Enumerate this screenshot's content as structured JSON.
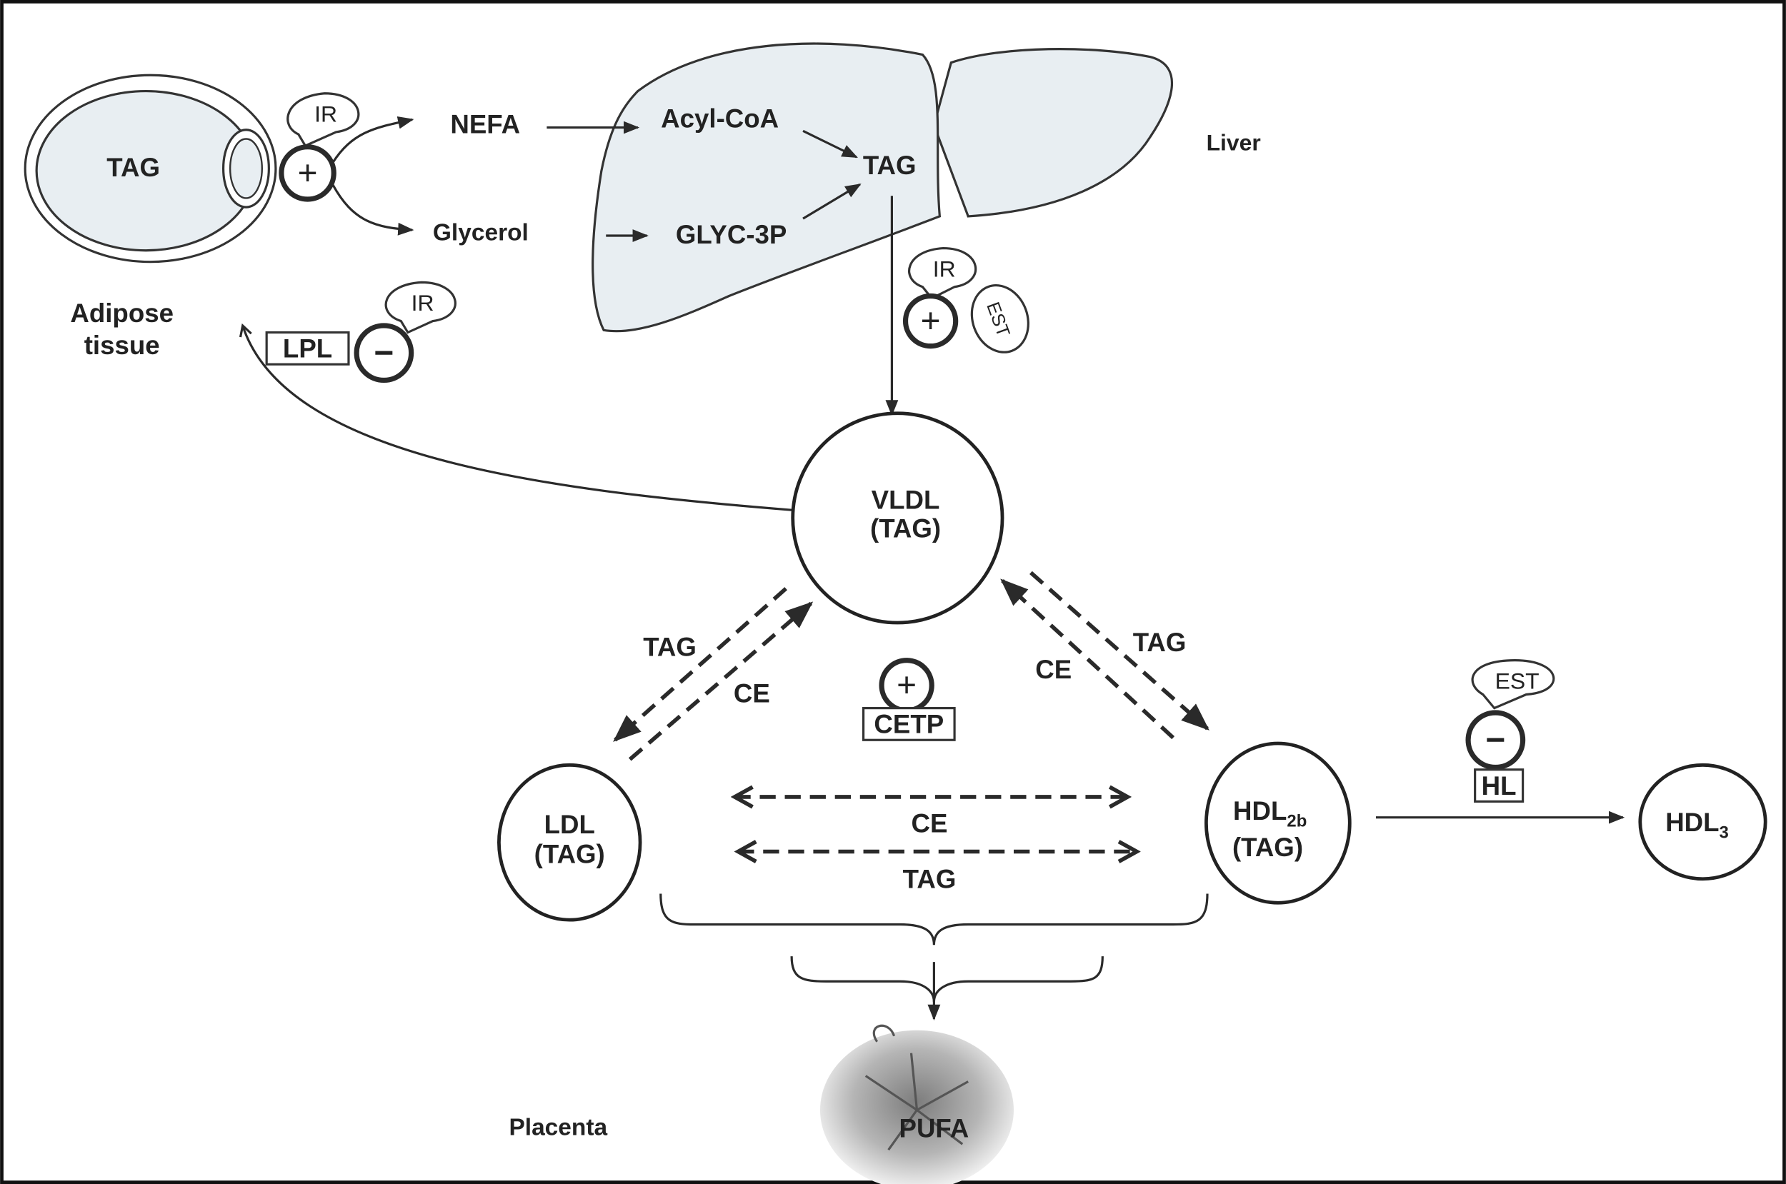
{
  "adipose": {
    "tag": "TAG",
    "label_line1": "Adipose",
    "label_line2": "tissue",
    "regulator": "IR",
    "effect": "+"
  },
  "products": {
    "nefa": "NEFA",
    "glycerol": "Glycerol"
  },
  "liver": {
    "label": "Liver",
    "acyl_coa": "Acyl-CoA",
    "tag": "TAG",
    "glyc3p": "GLYC-3P",
    "regulator_ir": "IR",
    "regulator_est": "EST",
    "effect": "+"
  },
  "lpl": {
    "label": "LPL",
    "regulator": "IR",
    "effect": "−"
  },
  "vldl": {
    "line1": "VLDL",
    "line2": "(TAG)"
  },
  "ldl": {
    "line1": "LDL",
    "line2": "(TAG)"
  },
  "hdl2b": {
    "line1": "HDL",
    "sub": "2b",
    "line2": "(TAG)"
  },
  "hdl3": {
    "line1": "HDL",
    "sub": "3"
  },
  "exchanges": {
    "vldl_ldl_tag": "TAG",
    "vldl_ldl_ce": "CE",
    "vldl_hdl_ce": "CE",
    "vldl_hdl_tag": "TAG",
    "ldl_hdl_ce": "CE",
    "ldl_hdl_tag": "TAG"
  },
  "cetp": {
    "label": "CETP",
    "effect": "+"
  },
  "hl": {
    "label": "HL",
    "regulator": "EST",
    "effect": "−"
  },
  "placenta": {
    "label": "Placenta",
    "pufa": "PUFA"
  }
}
